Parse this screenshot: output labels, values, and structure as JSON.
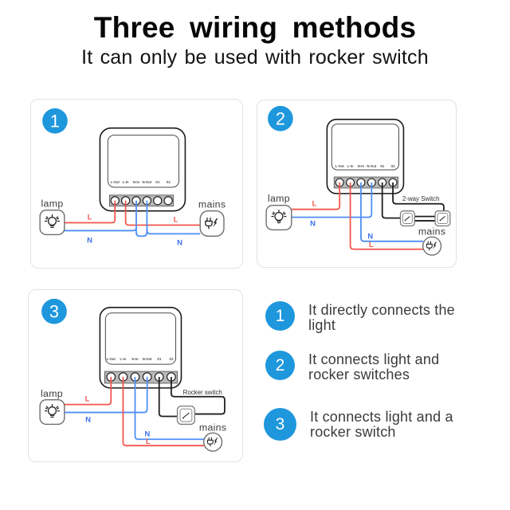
{
  "title": "Three  wiring methods",
  "subtitle": "It can only  be used with rocker switch",
  "colors": {
    "accent_blue": "#1e97dc",
    "wire_red": "#f2554b",
    "wire_blue": "#4d8ef5",
    "wire_black": "#1d1d1d"
  },
  "device": {
    "terminals": [
      "L-Out",
      "L-In",
      "N-In",
      "N-Out",
      "S1",
      "S2"
    ]
  },
  "panels": [
    {
      "number": "1",
      "lamp_label": "lamp",
      "mains_label": "mains",
      "l_label": "L",
      "n_label": "N"
    },
    {
      "number": "2",
      "lamp_label": "lamp",
      "mains_label": "mains",
      "l_label": "L",
      "n_label": "N",
      "switch_label": "2-way Switch"
    },
    {
      "number": "3",
      "lamp_label": "lamp",
      "mains_label": "mains",
      "l_label": "L",
      "n_label": "N",
      "switch_label": "Rocker switch"
    }
  ],
  "legend": [
    {
      "number": "1",
      "text": "It directly connects the light"
    },
    {
      "number": "2",
      "text": "It connects light and rocker switches"
    },
    {
      "number": "3",
      "text": "It connects light and a rocker switch"
    }
  ]
}
